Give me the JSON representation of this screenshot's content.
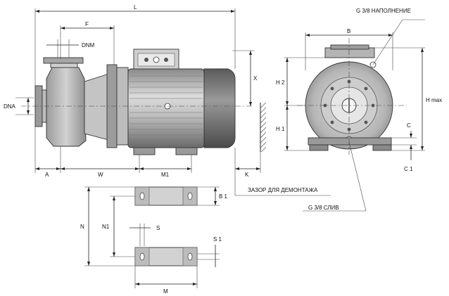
{
  "labels": {
    "L": "L",
    "F": "F",
    "DNM": "DNM",
    "DNA": "DNA",
    "X": "X",
    "A": "A",
    "W": "W",
    "M1": "M1",
    "K": "K",
    "B": "B",
    "H2": "H 2",
    "H1": "H 1",
    "Hmax": "H max",
    "C": "C",
    "C1": "C 1",
    "B1": "B 1",
    "N": "N",
    "N1": "N1",
    "S": "S",
    "S1": "S 1",
    "M": "M",
    "fill_port": "G 3/8  НАПОЛНЕНИЕ",
    "drain_port": "G 3/8   СЛИВ",
    "clearance": "ЗАЗОР ДЛЯ ДЕМОНТАЖА"
  },
  "icons": {
    "terminal_box": "terminal-box-icon",
    "wall": "wall-hatch-icon"
  },
  "colors": {
    "body_dark": "#6e6e6e",
    "body_mid": "#a8a8a8",
    "body_light": "#d6d6d6",
    "line": "#222222"
  }
}
